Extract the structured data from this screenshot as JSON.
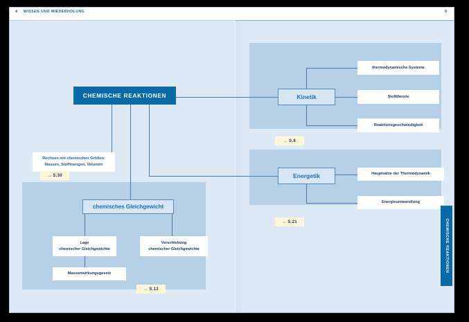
{
  "spread": {
    "running_head": "WISSEN UND WIEDERHOLUNG",
    "page_left": "4",
    "page_right": "5",
    "side_tab": "CHEMISCHE REAKTIONEN"
  },
  "colors": {
    "brand_dark_blue": "#0a6aa8",
    "panel_blue": "#b5cfe6",
    "page_blue": "#dde9f4",
    "node_fill": "#d7e6f4",
    "node_text": "#1b6cb0",
    "ref_yellow": "#fdf6d8",
    "leaf_text": "#14365c",
    "line": "#4a7ba8"
  },
  "map": {
    "root": {
      "label": "CHEMISCHE REAKTIONEN"
    },
    "note": {
      "text": "Rechnen mit chemischen Größen:\nMassen, Stoffmengen, Volumen",
      "line1": "Rechnen mit chemischen Größen:",
      "line2": "Massen, Stoffmengen, Volumen",
      "ref": "→ S.30"
    },
    "branches": [
      {
        "id": "kinetik",
        "label": "Kinetik",
        "ref": "→ S.6",
        "children": [
          {
            "label": "thermodynamische Systeme"
          },
          {
            "label": "Stoßtheorie"
          },
          {
            "label": "Reaktionsgeschwindigkeit"
          }
        ]
      },
      {
        "id": "energetik",
        "label": "Energetik",
        "ref": "→ S.21",
        "children": [
          {
            "label": "Hauptsätze der Thermodynamik"
          },
          {
            "label": "Energieumwandlung"
          }
        ]
      },
      {
        "id": "gleichgewicht",
        "label": "chemisches Gleichgewicht",
        "ref": "→ S.13",
        "children": [
          {
            "line1": "Lage",
            "line2": "chemischer Gleichgewichte"
          },
          {
            "line1": "Verschiebung",
            "line2": "chemischer Gleichgewichte"
          },
          {
            "line1": "Massenwirkungsgesetz",
            "line2": ""
          }
        ]
      }
    ]
  }
}
